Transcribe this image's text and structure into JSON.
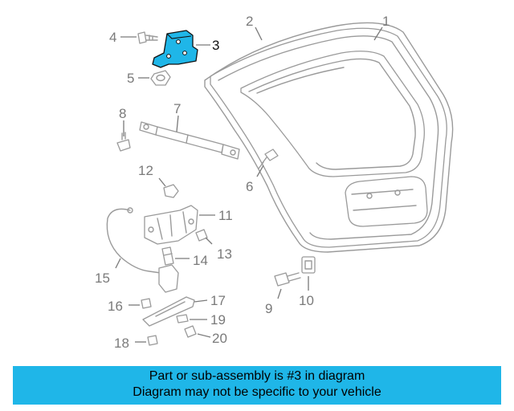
{
  "colors": {
    "highlight": "#1fb6e8",
    "banner": "#1fb6e8",
    "line": "#9a9a9a",
    "label": "#7a7a7a"
  },
  "callouts": {
    "c1": "1",
    "c2": "2",
    "c3": "3",
    "c4": "4",
    "c5": "5",
    "c6": "6",
    "c7": "7",
    "c8": "8",
    "c9": "9",
    "c10": "10",
    "c11": "11",
    "c12": "12",
    "c13": "13",
    "c14": "14",
    "c15": "15",
    "c16": "16",
    "c17": "17",
    "c18": "18",
    "c19": "19",
    "c20": "20"
  },
  "highlighted_part": "3",
  "banner": {
    "line1": "Part or sub-assembly is #3 in diagram",
    "line2": "Diagram may not be specific to your vehicle"
  }
}
